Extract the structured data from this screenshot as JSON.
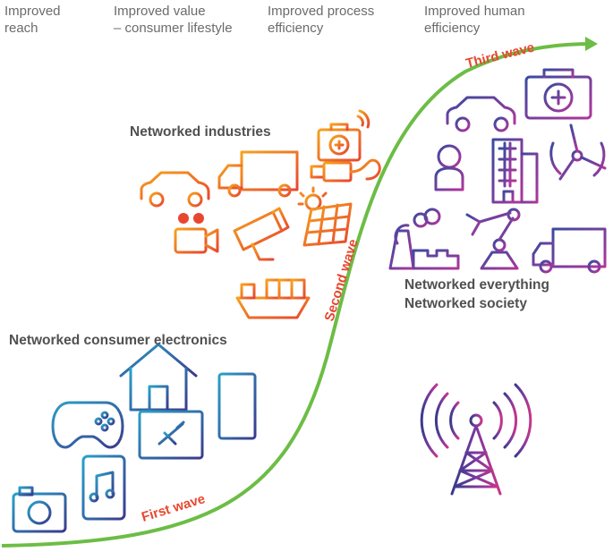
{
  "header": {
    "columns": [
      {
        "label": "Improved\nreach"
      },
      {
        "label": "Improved value\n– consumer lifestyle"
      },
      {
        "label": "Improved process\nefficiency"
      },
      {
        "label": "Improved human\nefficiency"
      }
    ]
  },
  "waves": {
    "first": "First wave",
    "second": "Second wave",
    "third": "Third wave"
  },
  "categories": {
    "industries": "Networked industries",
    "consumer": "Networked consumer electronics",
    "everything": "Networked everything",
    "society": "Networked society"
  },
  "colors": {
    "curve": "#6cbd45",
    "wave_label": "#e8472f",
    "industries_orange": "#f07820",
    "industries_red": "#e8472f",
    "consumer_blue": "#2a5caa",
    "consumer_teal": "#2aa0c8",
    "everything_purple": "#8a3c9e",
    "everything_navy": "#3a3a8c"
  },
  "icons": {
    "consumer": [
      "camera-icon",
      "phone-music-icon",
      "gamepad-icon",
      "house-icon",
      "monitor-icon",
      "fridge-icon"
    ],
    "industries": [
      "car-icon",
      "truck-icon",
      "first-aid-kit-icon",
      "usb-plug-icon",
      "webcam-icon",
      "cctv-camera-icon",
      "solar-panel-icon",
      "cargo-ship-icon"
    ],
    "everything": [
      "car-icon",
      "first-aid-kit-icon",
      "person-icon",
      "building-icon",
      "wind-turbine-icon",
      "factory-icon",
      "robot-arm-icon",
      "truck-icon",
      "radio-tower-icon"
    ]
  }
}
